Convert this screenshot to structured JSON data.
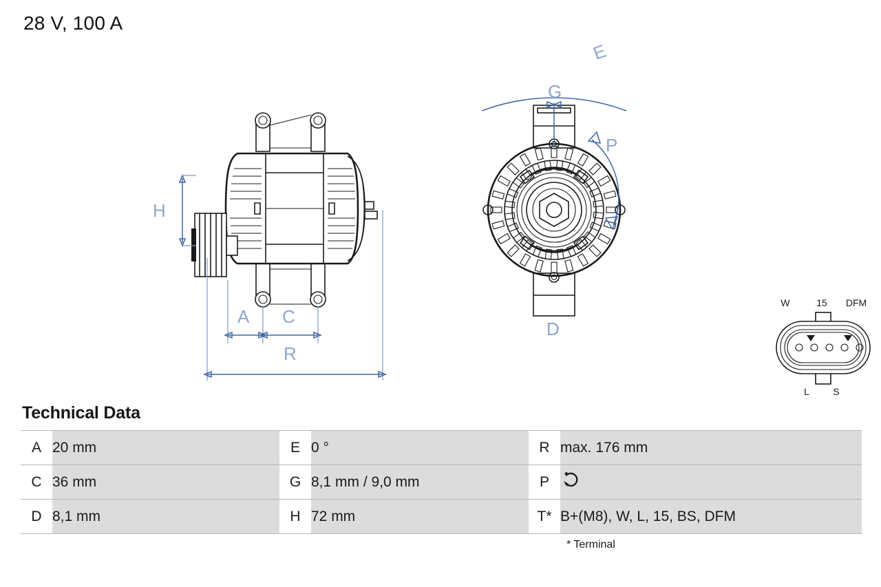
{
  "page": {
    "title": "28 V, 100 A"
  },
  "technical_data": {
    "heading": "Technical Data",
    "footnote": "* Terminal",
    "rows": [
      {
        "col1_key": "A",
        "col1_value": "20 mm",
        "col2_key": "E",
        "col2_value": "0 °",
        "col3_key": "R",
        "col3_value": "max. 176 mm"
      },
      {
        "col1_key": "C",
        "col1_value": "36 mm",
        "col2_key": "G",
        "col2_value": "8,1 mm / 9,0 mm",
        "col3_key": "P",
        "col3_value": "",
        "col3_icon": "counterclockwise-rotation-icon"
      },
      {
        "col1_key": "D",
        "col1_value": "8,1 mm",
        "col2_key": "H",
        "col2_value": "72 mm",
        "col3_key": "T*",
        "col3_value": "B+(M8), W, L, 15, BS, DFM"
      }
    ]
  },
  "drawing": {
    "side_view": {
      "name": "alternator-side-view",
      "dimension_labels": [
        "H",
        "A",
        "C",
        "R"
      ]
    },
    "front_view": {
      "name": "alternator-front-view",
      "dimension_labels": [
        "E",
        "G",
        "P",
        "D"
      ]
    },
    "connector": {
      "name": "connector-pinout",
      "top_labels": [
        "W",
        "15",
        "DFM"
      ],
      "bottom_labels": [
        "L",
        "S"
      ],
      "pin_count": 5
    }
  },
  "colors": {
    "dimension_blue": "#3f67a8",
    "dimension_label_blue": "#8ea6cc",
    "table_value_bg": "#dcdcdc",
    "table_border": "#b6b6b6",
    "ink": "#1a1a1a"
  }
}
